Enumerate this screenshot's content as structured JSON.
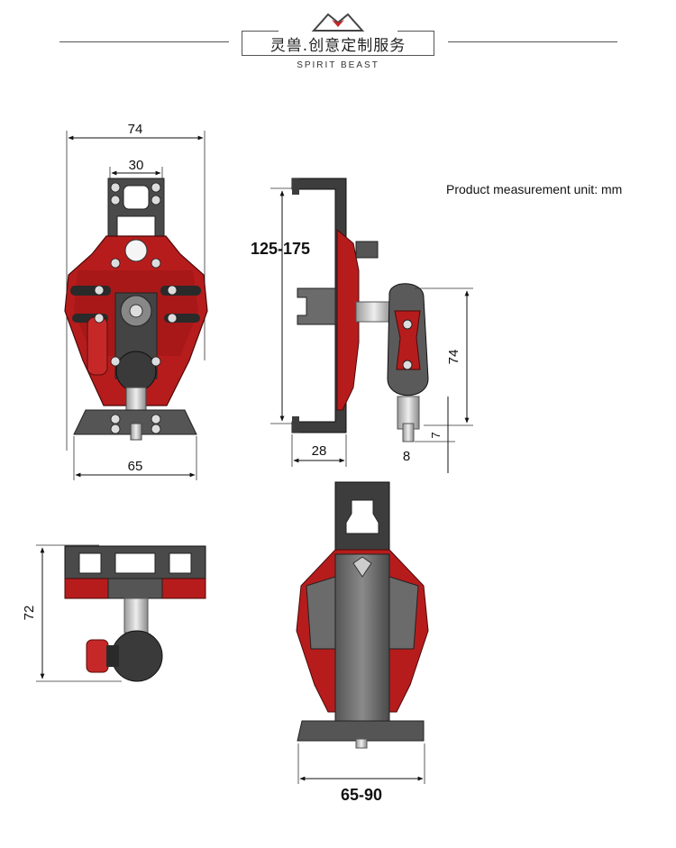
{
  "header": {
    "title": "灵兽.创意定制服务",
    "subtitle": "SPIRIT BEAST"
  },
  "note": "Product measurement unit: mm",
  "dimensions": {
    "front_width": "74",
    "front_bolt_spacing": "30",
    "front_base_width": "65",
    "side_clamp_range": "125-175",
    "side_depth": "28",
    "side_arm_height": "74",
    "side_ball_offset": "7",
    "side_stem": "8",
    "top_height": "72",
    "back_base_range": "65-90"
  },
  "colors": {
    "body_red": "#b71c1c",
    "frame_dark": "#3d3d3d",
    "frame_mid": "#6b6b6b",
    "frame_light": "#8a8a8a"
  }
}
